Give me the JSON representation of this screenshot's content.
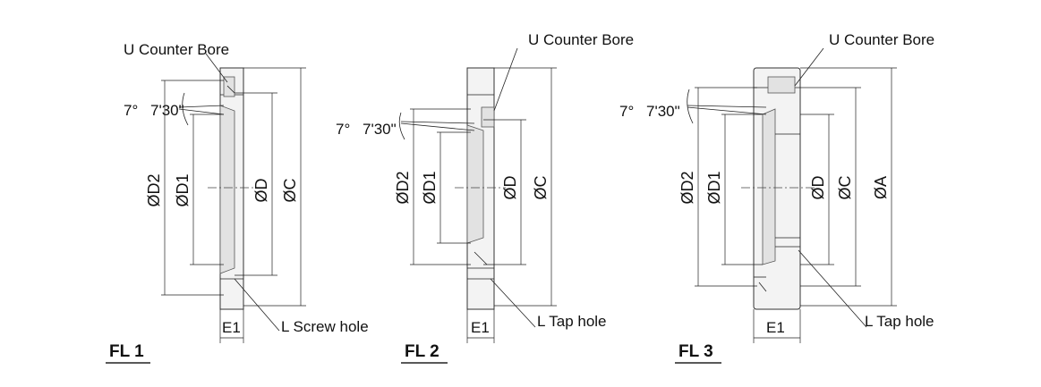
{
  "fl1": {
    "title": "FL 1",
    "counter_bore": "U  Counter Bore",
    "angle_deg": "7°",
    "angle_min": "7'30\"",
    "d2": "ØD2",
    "d1": "ØD1",
    "d": "ØD",
    "c": "ØC",
    "e1": "E1",
    "hole": "L  Screw hole"
  },
  "fl2": {
    "title": "FL 2",
    "counter_bore": "U  Counter Bore",
    "angle_deg": "7°",
    "angle_min": "7'30\"",
    "d2": "ØD2",
    "d1": "ØD1",
    "d": "ØD",
    "c": "ØC",
    "e1": "E1",
    "hole": "L  Tap hole"
  },
  "fl3": {
    "title": "FL 3",
    "counter_bore": "U  Counter Bore",
    "angle_deg": "7°",
    "angle_min": "7'30\"",
    "d2": "ØD2",
    "d1": "ØD1",
    "d": "ØD",
    "c": "ØC",
    "a": "ØA",
    "e1": "E1",
    "hole": "L  Tap hole"
  }
}
